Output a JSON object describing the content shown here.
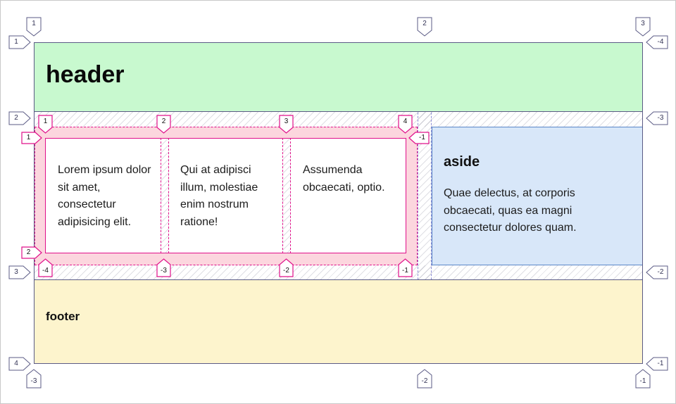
{
  "header": {
    "title": "header"
  },
  "main": {
    "columns": [
      {
        "text": "Lorem ipsum dolor sit amet, consectetur adipisicing elit."
      },
      {
        "text": "Qui at adipisci illum, molestiae enim nostrum ratione!"
      },
      {
        "text": "Assumenda obcaecati, optio."
      }
    ]
  },
  "aside": {
    "title": "aside",
    "text": "Quae delectus, at corporis obcaecati, quas ea magni consectetur dolores quam."
  },
  "footer": {
    "title": "footer"
  },
  "colors": {
    "header_bg": "#c8f9cf",
    "aside_bg": "#d8e7f9",
    "footer_bg": "#fdf4cd",
    "main_bg": "#fcd6de",
    "grid_line": "#5b5b85",
    "subgrid_line": "#e0108a"
  },
  "grid_labels": {
    "outer_columns_top": [
      "1",
      "2",
      "3"
    ],
    "outer_columns_bottom": [
      "-3",
      "-2",
      "-1"
    ],
    "outer_rows_left": [
      "1",
      "2",
      "3",
      "4"
    ],
    "outer_rows_right": [
      "-4",
      "-3",
      "-2",
      "-1"
    ],
    "inner_columns_top": [
      "1",
      "2",
      "3",
      "4"
    ],
    "inner_columns_bottom": [
      "-4",
      "-3",
      "-2",
      "-1"
    ],
    "inner_rows_left": [
      "1",
      "2"
    ],
    "inner_rows_right": [
      "-1"
    ]
  }
}
